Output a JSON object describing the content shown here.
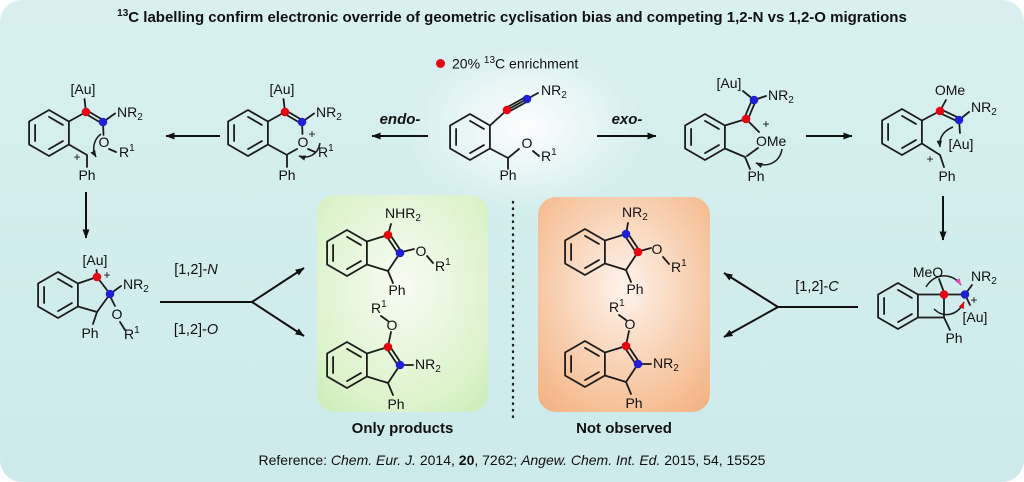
{
  "title": {
    "sup": "13",
    "text": "C labelling confirm electronic override of geometric cyclisation bias and competing 1,2-N vs 1,2-O migrations"
  },
  "legend": {
    "pre": "20% ",
    "sup": "13",
    "post": "C enrichment"
  },
  "pathways": {
    "endo": "endo-",
    "exo": "exo-"
  },
  "migrations": {
    "prefix": "[1,2]-",
    "n": "N",
    "o": "O",
    "c": "C"
  },
  "boxes": {
    "green": {
      "caption": "Only products"
    },
    "orange": {
      "caption": "Not observed"
    }
  },
  "reference": {
    "label": "Reference: ",
    "journal1": "Chem. Eur. J.",
    "mid1": " 2014, ",
    "volume1": "20",
    "tail1": ", 7262; ",
    "journal2": "Angew. Chem. Int. Ed.",
    "tail2": " 2015, 54, 15525"
  },
  "atoms": {
    "au": "[Au]",
    "nr": "NR",
    "nhr": "NHR",
    "two": "2",
    "o": "O",
    "r": "R",
    "one": "1",
    "ph": "Ph",
    "ome": "OMe",
    "meo": "MeO",
    "plus": "+"
  },
  "colors": {
    "red": "#e30613",
    "blue": "#1f1fd3",
    "magenta": "#e743c3",
    "canvas": "#d2ecec",
    "green": "#a8df8d",
    "orange": "#ef8c4e"
  }
}
